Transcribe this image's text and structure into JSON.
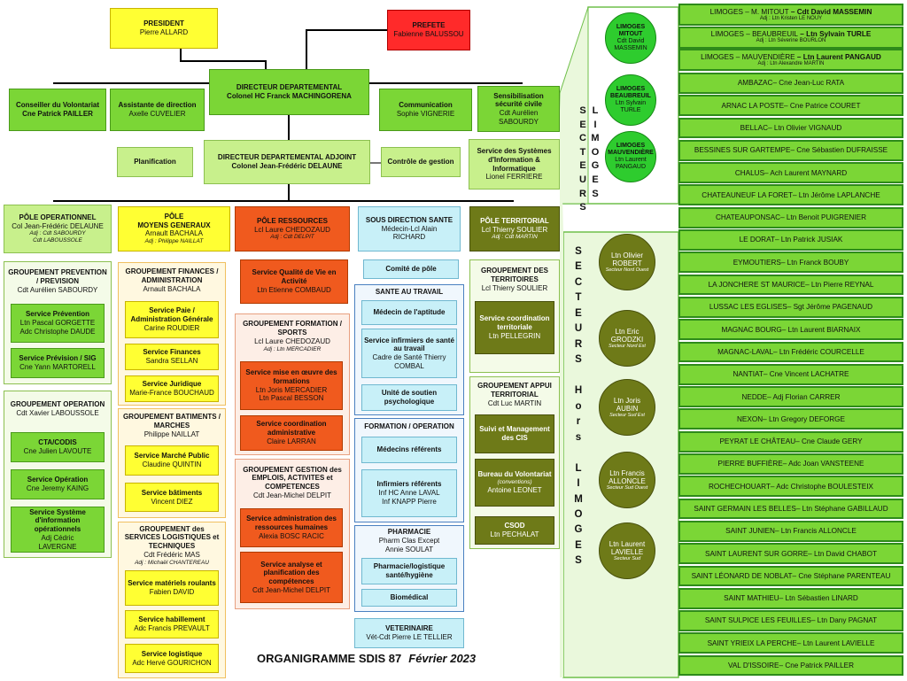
{
  "top": {
    "president": {
      "title": "PRESIDENT",
      "name": "Pierre ALLARD"
    },
    "prefete": {
      "title": "PREFETE",
      "name": "Fabienne BALUSSOU"
    },
    "directeur": {
      "title": "DIRECTEUR DEPARTEMENTAL",
      "name": "Colonel HC Franck MACHINGORENA"
    },
    "conseiller": {
      "title": "Conseiller du Volontariat",
      "name": "Cne Patrick PAILLER"
    },
    "assistante": {
      "title": "Assistante de direction",
      "name": "Axelle CUVELIER"
    },
    "communication": {
      "title": "Communication",
      "name": "Sophie VIGNERIE"
    },
    "sensibilisation": {
      "title": "Sensibilisation sécurité civile",
      "name": "Cdt Aurélien SABOURDY"
    },
    "planification": {
      "title": "Planification"
    },
    "adjoint": {
      "title": "DIRECTEUR DEPARTEMENTAL ADJOINT",
      "name": "Colonel Jean-Frédéric DELAUNE"
    },
    "controle": {
      "title": "Contrôle de gestion"
    },
    "sysinfo": {
      "title": "Service des Systèmes d'Information & Informatique",
      "name": "Lionel FERRIERE"
    }
  },
  "pole_op": {
    "head": {
      "title": "PÔLE OPERATIONNEL",
      "name": "Col Jean-Frédéric DELAUNE",
      "adj1": "Adj : Cdt SABOURDY",
      "adj2": "Cdt LABOUSSOLE"
    },
    "prev": {
      "title": "GROUPEMENT PREVENTION / PREVISION",
      "name": "Cdt Aurélien SABOURDY"
    },
    "prevention": {
      "title": "Service Prévention",
      "l1": "Ltn Pascal GORGETTE",
      "l2": "Adc Christophe DAUDE"
    },
    "prevision": {
      "title": "Service Prévision / SIG",
      "l1": "Cne Yann MARTORELL"
    },
    "operation": {
      "title": "GROUPEMENT OPERATION",
      "name": "Cdt Xavier LABOUSSOLE"
    },
    "cta": {
      "title": "CTA/CODIS",
      "l1": "Cne Julien LAVOUTE"
    },
    "svcop": {
      "title": "Service Opération",
      "l1": "Cne Jeremy KAING"
    },
    "ssio": {
      "title": "Service Système d'information opérationnels",
      "l1": "Adj Cédric",
      "l2": "LAVERGNE"
    }
  },
  "pole_mg": {
    "head": {
      "title": "PÔLE",
      "title2": "MOYENS GENERAUX",
      "name": "Arnault BACHALA",
      "adj": "Adj : Philippe NAILLAT"
    },
    "fin": {
      "title": "GROUPEMENT FINANCES / ADMINISTRATION",
      "name": "Arnault BACHALA"
    },
    "paie": {
      "title": "Service Paie / Administration Générale",
      "l1": "Carine ROUDIER"
    },
    "finances": {
      "title": "Service Finances",
      "l1": "Sandra SELLAN"
    },
    "juridique": {
      "title": "Service Juridique",
      "l1": "Marie-France BOUCHAUD"
    },
    "bat": {
      "title": "GROUPEMENT BATIMENTS / MARCHES",
      "name": "Philippe NAILLAT"
    },
    "marche": {
      "title": "Service Marché Public",
      "l1": "Claudine QUINTIN"
    },
    "batiments": {
      "title": "Service bâtiments",
      "l1": "Vincent DIEZ"
    },
    "log": {
      "title": "GROUPEMENT des SERVICES LOGISTIQUES et TECHNIQUES",
      "name": "Cdt Frédéric MAS",
      "adj": "Adj : Michaël CHANTEREAU"
    },
    "materiels": {
      "title": "Service matériels roulants",
      "l1": "Fabien DAVID"
    },
    "habillement": {
      "title": "Service habillement",
      "l1": "Adc Francis PREVAULT"
    },
    "logistique": {
      "title": "Service logistique",
      "l1": "Adc Hervé GOURICHON"
    }
  },
  "pole_rs": {
    "head": {
      "title": "PÔLE RESSOURCES",
      "name": "Lcl Laure CHEDOZAUD",
      "adj": "Adj : Cdt DELPIT"
    },
    "qvt": {
      "title": "Service Qualité de Vie en Activité",
      "l1": "Ltn Etienne COMBAUD"
    },
    "form": {
      "title": "GROUPEMENT FORMATION / SPORTS",
      "name": "Lcl Laure CHEDOZAUD",
      "adj": "Adj : Ltn MERCADIER"
    },
    "formations": {
      "title": "Service mise en œuvre des formations",
      "l1": "Ltn Joris MERCADIER",
      "l2": "Ltn Pascal BESSON"
    },
    "coordadm": {
      "title": "Service coordination administrative",
      "l1": "Claire LARRAN"
    },
    "gest": {
      "title": "GROUPEMENT GESTION des EMPLOIS, ACTIVITES et COMPETENCES",
      "name": "Cdt Jean-Michel DELPIT"
    },
    "rh": {
      "title": "Service administration des ressources humaines",
      "l1": "Alexia BOSC RACIC"
    },
    "planif": {
      "title": "Service analyse et planification des compétences",
      "l1": "Cdt Jean-Michel DELPIT"
    }
  },
  "pole_sante": {
    "head": {
      "title": "SOUS DIRECTION SANTE",
      "name": "Médecin-Lcl Alain",
      "name2": "RICHARD"
    },
    "comite": {
      "title": "Comité de pôle"
    },
    "travail": {
      "title": "SANTE AU TRAVAIL"
    },
    "aptitude": {
      "title": "Médecin de l'aptitude"
    },
    "infirmiers": {
      "title": "Service infirmiers de santé au travail",
      "l1": "Cadre de Santé Thierry",
      "l2": "COMBAL"
    },
    "soutien": {
      "title": "Unité de soutien psychologique"
    },
    "formop": {
      "title": "FORMATION / OPERATION"
    },
    "medref": {
      "title": "Médecins référents"
    },
    "infref": {
      "title": "Infirmiers référents",
      "l1": "Inf HC Anne LAVAL",
      "l2": "Inf KNAPP Pierre"
    },
    "pharmacie": {
      "title": "PHARMACIE",
      "l1": "Pharm Clas Except",
      "l2": "Annie SOULAT"
    },
    "pharmalog": {
      "title": "Pharmacie/logistique santé/hygiène"
    },
    "biomedical": {
      "title": "Biomédical"
    },
    "veterinaire": {
      "title": "VETERINAIRE",
      "l1": "Vét-Cdt Pierre LE TELLIER"
    }
  },
  "pole_terr": {
    "head": {
      "title": "PÔLE TERRITORIAL",
      "name": "Lcl Thierry SOULIER",
      "adj": "Adj : Cdt MARTIN"
    },
    "grp": {
      "title": "GROUPEMENT DES TERRITOIRES",
      "name": "Lcl Thierry SOULIER"
    },
    "coord": {
      "title": "Service coordination territoriale",
      "l1": "Ltn PELLEGRIN"
    },
    "appui": {
      "title": "GROUPEMENT APPUI TERRITORIAL",
      "name": "Cdt Luc MARTIN"
    },
    "cis": {
      "title": "Suivi et Management des CIS"
    },
    "volontariat": {
      "title": "Bureau du Volontariat",
      "sub": "(conventions)",
      "l1": "Antoine LEONET"
    },
    "csod": {
      "title": "CSOD",
      "l1": "Ltn PECHALAT"
    }
  },
  "limoges_sectors": [
    {
      "name": "LIMOGES",
      "name2": "MITOUT",
      "l1": "Cdt David",
      "l2": "MASSEMIN"
    },
    {
      "name": "LIMOGES",
      "name2": "BEAUBREUIL",
      "l1": "Ltn Sylvain",
      "l2": "TURLE"
    },
    {
      "name": "LIMOGES",
      "name2": "MAUVENDIÈRE",
      "l1": "Ltn Laurent",
      "l2": "PANGAUD"
    }
  ],
  "limoges_label": [
    "S",
    "E",
    "C",
    "T",
    "E",
    "U",
    "R",
    "S"
  ],
  "limoges_label2": [
    "L",
    "I",
    "M",
    "O",
    "G",
    "E",
    "S"
  ],
  "hors_sectors": [
    {
      "l1": "Ltn Olivier",
      "l2": "ROBERT",
      "sub": "Secteur Nord Ouest"
    },
    {
      "l1": "Ltn Eric",
      "l2": "GRODZKI",
      "sub": "Secteur Nord Est"
    },
    {
      "l1": "Ltn Joris",
      "l2": "AUBIN",
      "sub": "Secteur Sud Est"
    },
    {
      "l1": "Ltn Francis",
      "l2": "ALLONCLE",
      "sub": "Secteur Sud Ouest"
    },
    {
      "l1": "Ltn Laurent",
      "l2": "LAVIELLE",
      "sub": "Secteur Sud"
    }
  ],
  "hors_label": [
    "S",
    "E",
    "C",
    "T",
    "E",
    "U",
    "R",
    "S",
    "",
    "H",
    "o",
    "r",
    "s",
    "",
    "L",
    "I",
    "M",
    "O",
    "G",
    "E",
    "S"
  ],
  "stations_limoges": [
    {
      "name": "LIMOGES – M. MITOUT",
      "chief": "– Cdt David MASSEMIN",
      "adj": "Adj : Ltn Kristen LE NOUY"
    },
    {
      "name": "LIMOGES – BEAUBREUIL",
      "chief": "– Ltn Sylvain TURLE",
      "adj": "Adj : Ltn Séverine BOURLON"
    },
    {
      "name": "LIMOGES – MAUVENDIÈRE",
      "chief": "– Ltn Laurent PANGAUD",
      "adj": "Adj : Ltn Alexandre MARTIN"
    }
  ],
  "stations": [
    {
      "name": "AMBAZAC",
      "chief": "– Cne Jean-Luc RATA"
    },
    {
      "name": "ARNAC LA POSTE",
      "chief": "– Cne Patrice COURET"
    },
    {
      "name": "BELLAC",
      "chief": "– Ltn Olivier VIGNAUD"
    },
    {
      "name": "BESSINES SUR GARTEMPE",
      "chief": "– Cne Sébastien DUFRAISSE"
    },
    {
      "name": "CHALUS",
      "chief": "– Ach Laurent MAYNARD"
    },
    {
      "name": "CHATEAUNEUF LA FORET",
      "chief": "– Ltn Jérôme LAPLANCHE"
    },
    {
      "name": "CHATEAUPONSAC",
      "chief": "– Ltn Benoit PUIGRENIER"
    },
    {
      "name": "LE DORAT",
      "chief": "– Ltn Patrick JUSIAK"
    },
    {
      "name": "EYMOUTIERS",
      "chief": "– Ltn Franck BOUBY"
    },
    {
      "name": "LA JONCHERE ST MAURICE",
      "chief": "– Ltn Pierre REYNAL"
    },
    {
      "name": "LUSSAC LES EGLISES",
      "chief": "– Sgt Jérôme PAGENAUD"
    },
    {
      "name": "MAGNAC BOURG",
      "chief": "– Ltn Laurent BIARNAIX"
    },
    {
      "name": "MAGNAC-LAVAL",
      "chief": "– Ltn Frédéric COURCELLE"
    },
    {
      "name": "NANTIAT",
      "chief": "– Cne Vincent LACHATRE"
    },
    {
      "name": "NEDDE",
      "chief": "– Adj Florian CARRER"
    },
    {
      "name": "NEXON",
      "chief": "– Ltn Gregory DEFORGE"
    },
    {
      "name": "PEYRAT LE CHÂTEAU",
      "chief": "– Cne Claude GERY"
    },
    {
      "name": "PIERRE BUFFIÈRE",
      "chief": "– Adc Joan VANSTEENE"
    },
    {
      "name": "ROCHECHOUART",
      "chief": "– Adc Christophe BOULESTEIX"
    },
    {
      "name": "SAINT GERMAIN LES BELLES",
      "chief": "– Ltn Stéphane GABILLAUD"
    },
    {
      "name": "SAINT JUNIEN",
      "chief": "– Ltn Francis ALLONCLE"
    },
    {
      "name": "SAINT LAURENT SUR GORRE",
      "chief": "– Ltn David CHABOT"
    },
    {
      "name": "SAINT LÉONARD DE NOBLAT",
      "chief": "– Cne Stéphane PARENTEAU"
    },
    {
      "name": "SAINT MATHIEU",
      "chief": "– Ltn Sébastien LINARD"
    },
    {
      "name": "SAINT SULPICE LES FEUILLES",
      "chief": "– Ltn Dany PAGNAT"
    },
    {
      "name": "SAINT YRIEIX LA PERCHE",
      "chief": "– Ltn Laurent LAVIELLE"
    },
    {
      "name": "VAL D'ISSOIRE",
      "chief": "– Cne Patrick PAILLER"
    }
  ],
  "footer": {
    "title": "ORGANIGRAMME   SDIS 87",
    "date": "Février 2023"
  }
}
